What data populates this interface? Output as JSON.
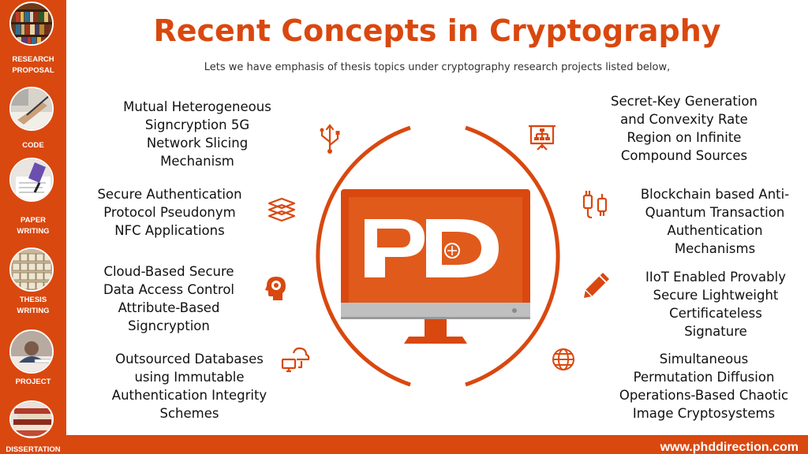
{
  "header": {
    "title": "Recent Concepts in Cryptography",
    "subtitle": "Lets we have emphasis of thesis topics under cryptography research projects listed below,"
  },
  "sidebar": {
    "items": [
      {
        "label_lines": [
          "RESEARCH",
          "PROPOSAL"
        ],
        "icon": "bookshelf-photo"
      },
      {
        "label_lines": [
          "CODE"
        ],
        "icon": "hand-writing-photo"
      },
      {
        "label_lines": [
          "PAPER",
          "WRITING"
        ],
        "icon": "pen-paper-photo"
      },
      {
        "label_lines": [
          "THESIS",
          "WRITING"
        ],
        "icon": "thesis-tiles-photo"
      },
      {
        "label_lines": [
          "PROJECT"
        ],
        "icon": "person-desk-photo"
      },
      {
        "label_lines": [
          "DISSERTATION"
        ],
        "icon": "book-stack-photo"
      }
    ]
  },
  "topics": {
    "left": [
      {
        "lines": [
          "Mutual Heterogeneous",
          "Signcryption 5G",
          "Network Slicing",
          "Mechanism"
        ],
        "icon": "usb-icon"
      },
      {
        "lines": [
          "Secure Authentication",
          "Protocol Pseudonym",
          "NFC Applications"
        ],
        "icon": "books-icon"
      },
      {
        "lines": [
          "Cloud-Based Secure",
          "Data Access Control",
          "Attribute-Based",
          "Signcryption"
        ],
        "icon": "brain-head-icon"
      },
      {
        "lines": [
          "Outsourced Databases",
          "using Immutable",
          "Authentication Integrity",
          "Schemes"
        ],
        "icon": "cloud-computer-icon"
      }
    ],
    "right": [
      {
        "lines": [
          "Secret-Key Generation",
          "and Convexity Rate",
          "Region on Infinite",
          "Compound Sources"
        ],
        "icon": "presentation-board-icon"
      },
      {
        "lines": [
          "Blockchain based Anti-",
          "Quantum Transaction",
          "Authentication",
          "Mechanisms"
        ],
        "icon": "plug-icon"
      },
      {
        "lines": [
          "IIoT Enabled Provably",
          "Secure Lightweight",
          "Certificateless",
          "Signature"
        ],
        "icon": "pencil-icon"
      },
      {
        "lines": [
          "Simultaneous",
          "Permutation Diffusion",
          "Operations-Based Chaotic",
          "Image Cryptosystems"
        ],
        "icon": "globe-icon"
      }
    ]
  },
  "center": {
    "logo_icon": "phd-direction-logo",
    "graphic": "monitor-with-logo"
  },
  "footer": {
    "url": "www.phddirection.com"
  },
  "colors": {
    "accent": "#d9480f",
    "text": "#111111",
    "white": "#ffffff"
  }
}
